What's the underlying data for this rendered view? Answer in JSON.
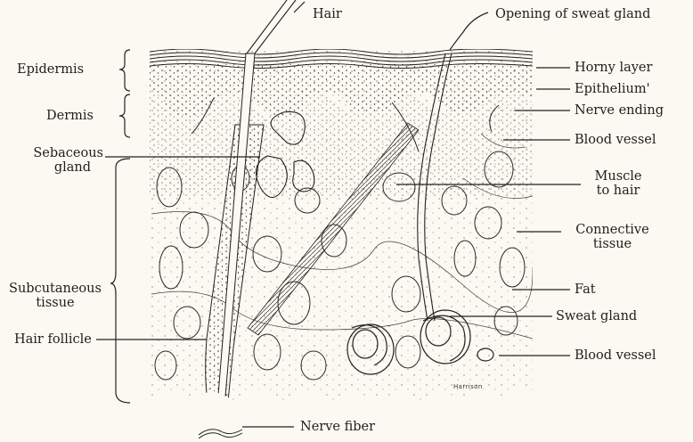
{
  "figure": {
    "signature": "Harrison",
    "labels": {
      "hair": "Hair",
      "opening_of_sweat_gland": "Opening of sweat gland",
      "epidermis": "Epidermis",
      "dermis": "Dermis",
      "sebaceous_gland_line1": "Sebaceous",
      "sebaceous_gland_line2": "gland",
      "subcutaneous_tissue_line1": "Subcutaneous",
      "subcutaneous_tissue_line2": "tissue",
      "hair_follicle": "Hair follicle",
      "nerve_fiber": "Nerve fiber",
      "horny_layer": "Horny layer",
      "epithelium": "Epithelium'",
      "nerve_ending": "Nerve ending",
      "blood_vessel_upper": "Blood vessel",
      "muscle_to_hair_line1": "Muscle",
      "muscle_to_hair_line2": "to hair",
      "connective_tissue_line1": "Connective",
      "connective_tissue_line2": "tissue",
      "fat": "Fat",
      "sweat_gland": "Sweat gland",
      "blood_vessel_lower": "Blood vessel"
    }
  },
  "colors": {
    "ink": "#1e1e1e",
    "paper": "#fbf9f1"
  }
}
